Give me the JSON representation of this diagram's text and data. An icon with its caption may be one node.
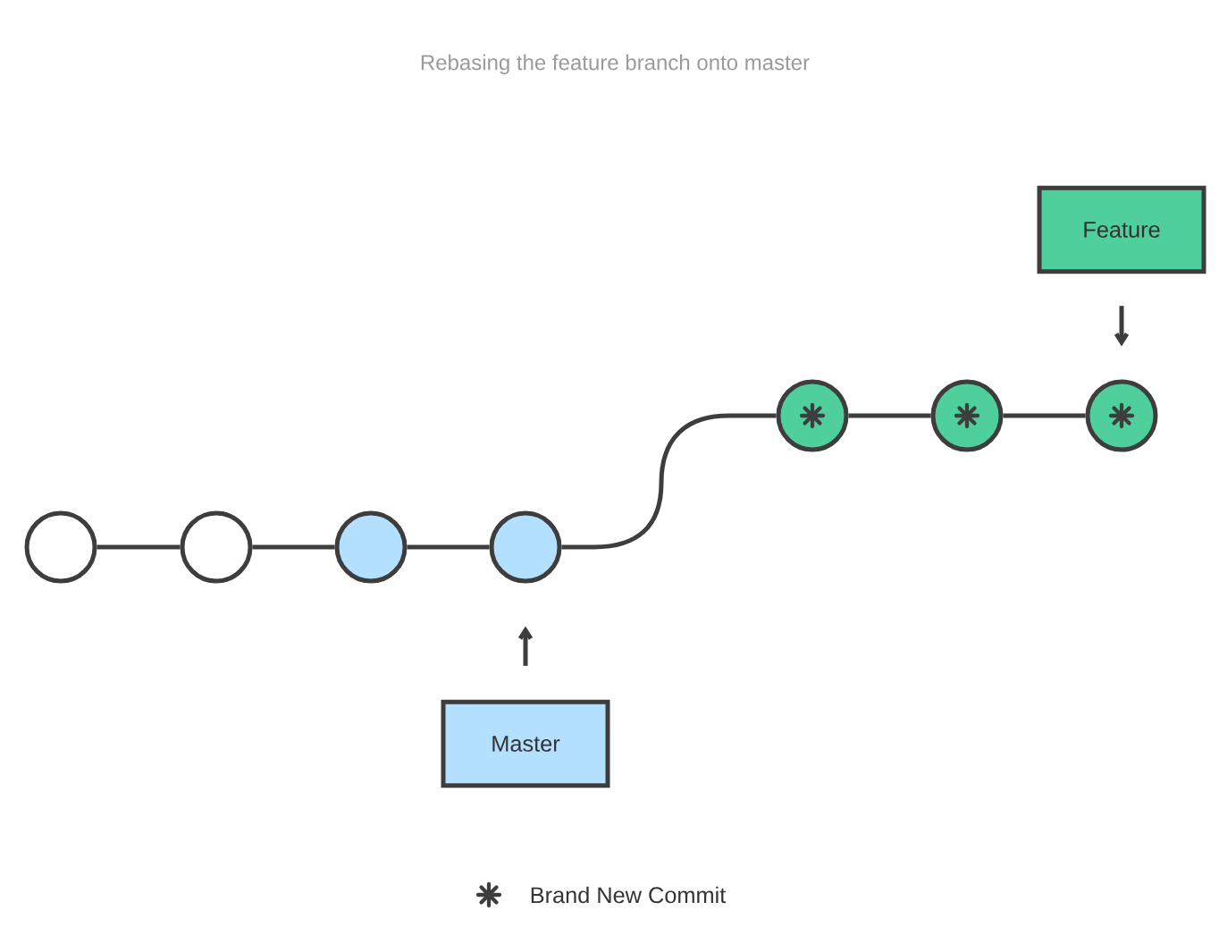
{
  "diagram": {
    "title": "Rebasing the feature branch onto master",
    "nodes": [
      {
        "text": [
          "Feature"
        ]
      },
      {
        "text": [],
        "shape": "circle"
      },
      {
        "text": [],
        "shape": "circle"
      },
      {
        "text": [],
        "shape": "circle"
      },
      {
        "text": [],
        "shape": "circle"
      },
      {
        "text": [],
        "shape": "circle"
      },
      {
        "text": [],
        "shape": "circle"
      },
      {
        "text": [],
        "shape": "circle"
      },
      {
        "text": [
          "Master"
        ]
      }
    ],
    "edges": [
      {
        "from": 1,
        "to": 2,
        "arrow": "none"
      },
      {
        "from": 2,
        "to": 3,
        "arrow": "none"
      },
      {
        "from": 3,
        "to": 4,
        "arrow": "none"
      },
      {
        "from": 4,
        "to": 5,
        "arrow": "none"
      },
      {
        "from": 5,
        "to": 6,
        "arrow": "none"
      },
      {
        "from": 6,
        "to": 7,
        "arrow": "none"
      },
      {
        "from": 0,
        "to": 7,
        "arrow": "to"
      },
      {
        "from": 8,
        "to": 4,
        "arrow": "to"
      }
    ],
    "legend": [
      {
        "text": "Brand New Commit"
      }
    ]
  }
}
